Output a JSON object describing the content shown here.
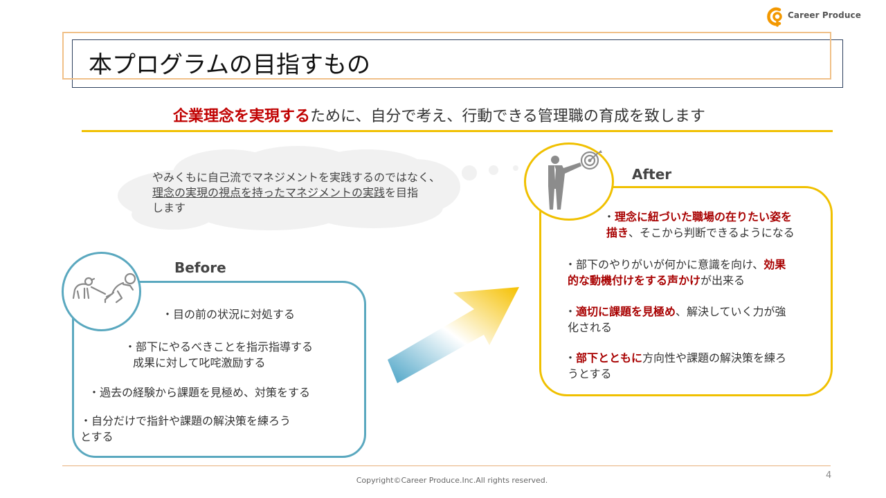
{
  "logo": {
    "text": "Career Produce",
    "color_orange": "#f39800"
  },
  "title": "本プログラムの目指すもの",
  "subtitle": {
    "emphasis": "企業理念を実現する",
    "rest": "ために、自分で考え、行動できる管理職の育成を致します"
  },
  "cloud": {
    "line1": "やみくもに自己流でマネジメントを実践するのではなく、",
    "underlined": "理念の実現の視点を持ったマネジメントの実践",
    "line2_rest": "を目指",
    "line3": "します"
  },
  "before": {
    "title": "Before",
    "icon": "person-pulling-dog-icon",
    "items": [
      "・目の前の状況に対処する",
      "・部下にやるべきことを指示指導する",
      "成果に対して叱咤激励する",
      "・過去の経験から課題を見極め、対策をする",
      "・自分だけで指針や課題の解決策を練ろう",
      "とする"
    ]
  },
  "after": {
    "title": "After",
    "icon": "businessman-target-icon",
    "items": [
      {
        "prefix": "・",
        "red": "理念に紐づいた職場の在りたい姿を",
        "rest": ""
      },
      {
        "prefix": "",
        "red": "描き",
        "rest": "、そこから判断できるようになる"
      },
      {
        "prefix": "・部下のやりがいが何かに意識を向け、",
        "red": "効果",
        "rest": ""
      },
      {
        "prefix": "",
        "red": "的な動機付けをする声かけ",
        "rest": "が出来る"
      },
      {
        "prefix": "・",
        "red": "適切に課題を見極め",
        "rest": "、解決していく力が強"
      },
      {
        "prefix": "",
        "red": "",
        "rest": "化される"
      },
      {
        "prefix": "・",
        "red": "部下とともに",
        "rest": "方向性や課題の解決策を練ろ"
      },
      {
        "prefix": "",
        "red": "",
        "rest": "うとする"
      }
    ]
  },
  "footer": {
    "copyright": "Copyright©Career Produce.Inc.All rights reserved.",
    "page": "4"
  },
  "colors": {
    "accent_red": "#c00000",
    "before_blue": "#5aa8bf",
    "after_yellow": "#f0c000",
    "title_border_orange": "#f0c088",
    "title_border_navy": "#2b3e5c"
  }
}
